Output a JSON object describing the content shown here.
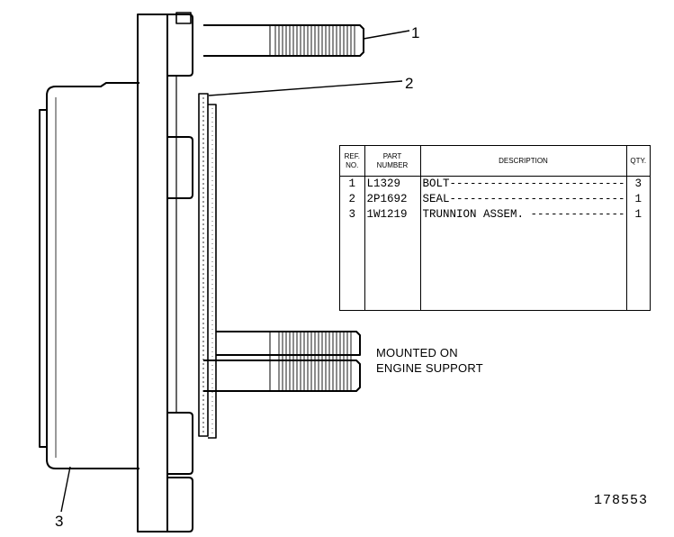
{
  "callouts": [
    "1",
    "2",
    "3"
  ],
  "note_lines": [
    "MOUNTED ON",
    "ENGINE SUPPORT"
  ],
  "table": {
    "headers": {
      "ref": [
        "REF.",
        "NO."
      ],
      "part": [
        "PART",
        "NUMBER"
      ],
      "description": "DESCRIPTION",
      "qty": "QTY."
    },
    "rows": [
      {
        "ref": "1",
        "part": "L1329",
        "description": "BOLT",
        "qty": "3"
      },
      {
        "ref": "2",
        "part": "2P1692",
        "description": "SEAL",
        "qty": "1"
      },
      {
        "ref": "3",
        "part": "1W1219",
        "description": "TRUNNION ASSEM.",
        "qty": "1"
      }
    ]
  },
  "figure_id": "178553"
}
